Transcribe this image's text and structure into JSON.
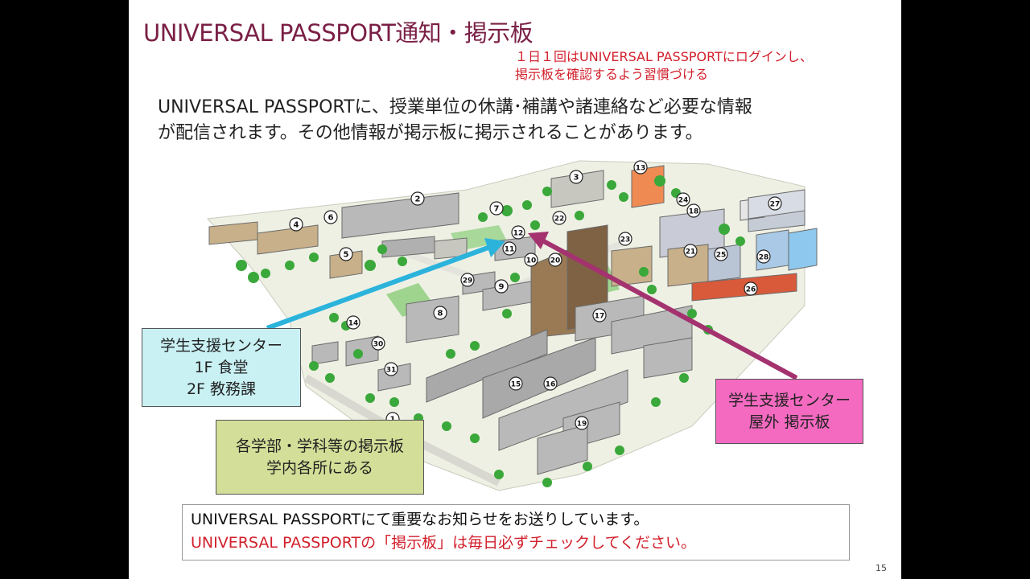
{
  "slide": {
    "title": "UNIVERSAL PASSPORT通知・掲示板",
    "note_line1": "１日１回はUNIVERSAL PASSPORTにログインし、",
    "note_line2": "掲示板を確認するよう習慣づける",
    "lead_line1": "UNIVERSAL PASSPORTに、授業単位の休講･補講や諸連絡など必要な情報",
    "lead_line2": "が配信されます。その他情報が掲示板に掲示されることがあります。",
    "callout_center": {
      "line1": "学生支援センター",
      "line2": "1F 食堂",
      "line3": "2F 教務課"
    },
    "callout_outdoor": {
      "line1": "学生支援センター",
      "line2": "屋外 掲示板"
    },
    "callout_faculty": {
      "line1": "各学部・学科等の掲示板",
      "line2": "学内各所にある"
    },
    "bottom_line1": "UNIVERSAL PASSPORTにて重要なお知らせをお送りしています。",
    "bottom_line2": "UNIVERSAL PASSPORTの「掲示板」は毎日必ずチェックしてください。",
    "page_number": "15"
  },
  "map_labels": [
    "1",
    "2",
    "3",
    "4",
    "5",
    "6",
    "7",
    "8",
    "9",
    "10",
    "11",
    "12",
    "13",
    "14",
    "15",
    "16",
    "17",
    "18",
    "19",
    "20",
    "21",
    "22",
    "23",
    "24",
    "25",
    "26",
    "27",
    "28",
    "29",
    "30",
    "31"
  ],
  "colors": {
    "title": "#7a1f45",
    "note": "#d21f2b",
    "arrow_center": "#2bb3dc",
    "arrow_outdoor": "#a3326f",
    "box_center": "#c9f1f4",
    "box_outdoor": "#f46ac1",
    "box_faculty": "#d3df98",
    "tree": "#3aa83a"
  }
}
